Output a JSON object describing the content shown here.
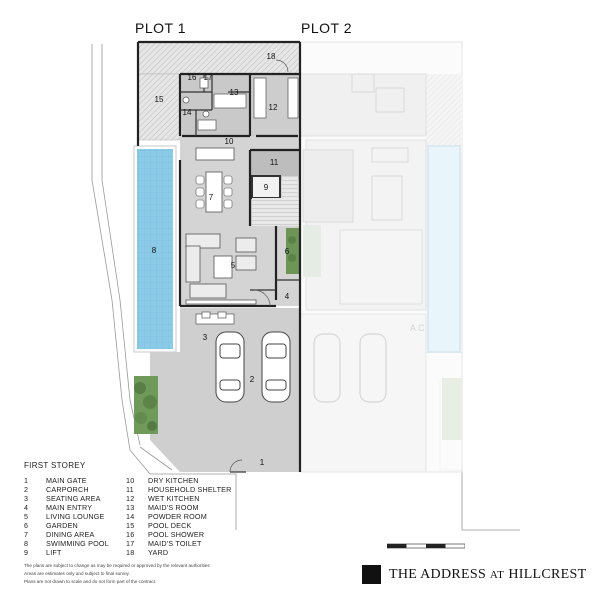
{
  "plots": {
    "left": "PLOT 1",
    "right": "PLOT 2"
  },
  "legend": {
    "title": "FIRST STOREY",
    "col1": [
      {
        "n": "1",
        "label": "MAIN GATE"
      },
      {
        "n": "2",
        "label": "CARPORCH"
      },
      {
        "n": "3",
        "label": "SEATING AREA"
      },
      {
        "n": "4",
        "label": "MAIN ENTRY"
      },
      {
        "n": "5",
        "label": "LIVING LOUNGE"
      },
      {
        "n": "6",
        "label": "GARDEN"
      },
      {
        "n": "7",
        "label": "DINING AREA"
      },
      {
        "n": "8",
        "label": "SWIMMING POOL"
      },
      {
        "n": "9",
        "label": "LIFT"
      }
    ],
    "col2": [
      {
        "n": "10",
        "label": "DRY KITCHEN"
      },
      {
        "n": "11",
        "label": "HOUSEHOLD SHELTER"
      },
      {
        "n": "12",
        "label": "WET KITCHEN"
      },
      {
        "n": "13",
        "label": "MAID'S ROOM"
      },
      {
        "n": "14",
        "label": "POWDER ROOM"
      },
      {
        "n": "15",
        "label": "POOL DECK"
      },
      {
        "n": "16",
        "label": "POOL SHOWER"
      },
      {
        "n": "17",
        "label": "MAID'S TOILET"
      },
      {
        "n": "18",
        "label": "YARD"
      }
    ],
    "notes": [
      "The plans are subject to change as may be required or approved by the relevant authorities",
      "Areas are estimates only and subject to final survey.",
      "Plans are not drawn to scale and do not form part of the contract."
    ]
  },
  "room_numbers": [
    "1",
    "2",
    "3",
    "4",
    "5",
    "6",
    "7",
    "8",
    "9",
    "10",
    "11",
    "12",
    "13",
    "14",
    "15",
    "16",
    "17",
    "18"
  ],
  "brand": {
    "main": "THE ADDRESS",
    "at": "AT",
    "place": "HILLCREST"
  },
  "colors": {
    "floor": "#cfcfcf",
    "pool": "#8ccbe8",
    "garden": "#5f8a4a",
    "wall": "#222222",
    "deck": "#d9d9d9",
    "ghost": "#dcdcdc"
  }
}
